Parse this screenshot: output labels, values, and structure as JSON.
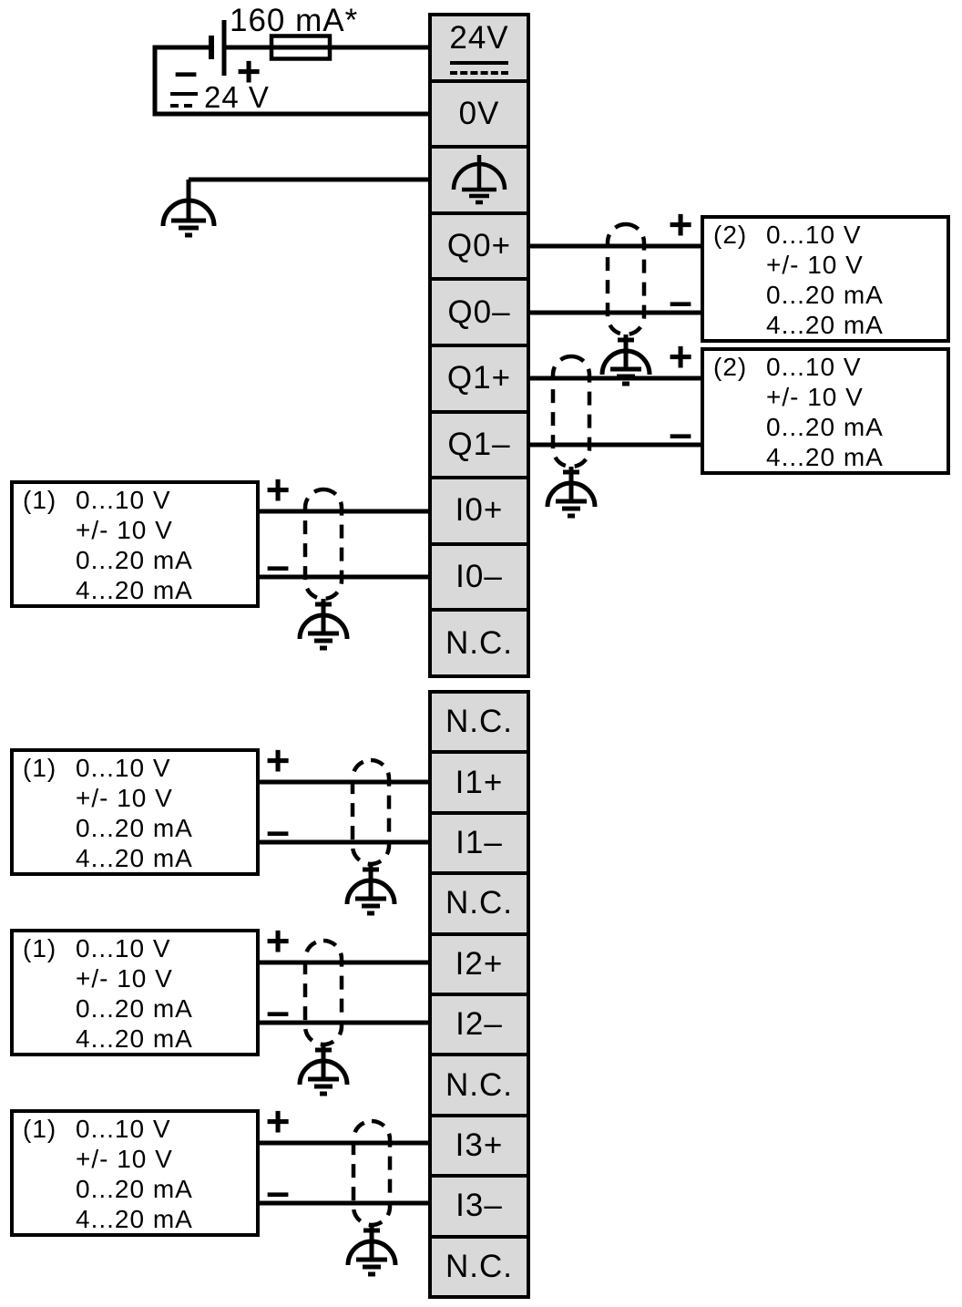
{
  "colors": {
    "line": "#000000",
    "terminal_fill": "#d9d9d9",
    "background": "#ffffff"
  },
  "signs": {
    "plus": "+",
    "minus": "–"
  },
  "power_supply": {
    "fuse_rating": "160 mA*",
    "voltage": "24 V",
    "minus": "–",
    "plus": "+"
  },
  "terminal_block_top": {
    "cells": [
      "24V",
      "0V",
      "",
      "Q0+",
      "Q0–",
      "Q1+",
      "Q1–",
      "I0+",
      "I0–",
      "N.C."
    ]
  },
  "terminal_block_bottom": {
    "cells": [
      "N.C.",
      "I1+",
      "I1–",
      "N.C.",
      "I2+",
      "I2–",
      "N.C.",
      "I3+",
      "I3–",
      "N.C."
    ]
  },
  "signal_boxes": {
    "q0": {
      "ref": "(2)",
      "lines": [
        "0...10 V",
        "+/- 10 V",
        "0...20 mA",
        "4...20 mA"
      ]
    },
    "q1": {
      "ref": "(2)",
      "lines": [
        "0...10 V",
        "+/- 10 V",
        "0...20 mA",
        "4...20 mA"
      ]
    },
    "i0": {
      "ref": "(1)",
      "lines": [
        "0...10 V",
        "+/- 10 V",
        "0...20 mA",
        "4...20 mA"
      ]
    },
    "i1": {
      "ref": "(1)",
      "lines": [
        "0...10 V",
        "+/- 10 V",
        "0...20 mA",
        "4...20 mA"
      ]
    },
    "i2": {
      "ref": "(1)",
      "lines": [
        "0...10 V",
        "+/- 10 V",
        "0...20 mA",
        "4...20 mA"
      ]
    },
    "i3": {
      "ref": "(1)",
      "lines": [
        "0...10 V",
        "+/- 10 V",
        "0...20 mA",
        "4...20 mA"
      ]
    }
  },
  "icons": {
    "terminal_earth": "functional-earth-icon",
    "power_earth": "protective-earth-icon",
    "shield_earth": "shield-earth-icon",
    "cable_shield": "cable-shield-capsule",
    "battery": "battery-icon",
    "fuse": "fuse-icon",
    "dc_symbol": "dc-symbol"
  }
}
